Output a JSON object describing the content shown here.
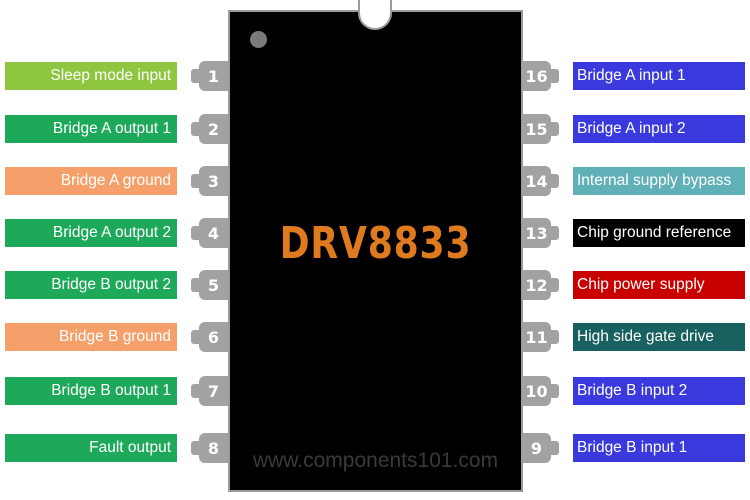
{
  "chip": {
    "name": "DRV8833",
    "watermark": "www.components101.com"
  },
  "colors": {
    "green_light": "#8ec63f",
    "green": "#1ea95a",
    "orange": "#f5a06a",
    "blue": "#3a39dd",
    "teal_light": "#60b0b7",
    "black": "#000000",
    "red": "#c80000",
    "teal_dark": "#196060"
  },
  "left_pins": [
    {
      "number": "1",
      "label": "Sleep mode input",
      "color": "#8ec63f"
    },
    {
      "number": "2",
      "label": "Bridge A output 1",
      "color": "#1ea95a"
    },
    {
      "number": "3",
      "label": "Bridge A ground",
      "color": "#f5a06a"
    },
    {
      "number": "4",
      "label": "Bridge A output 2",
      "color": "#1ea95a"
    },
    {
      "number": "5",
      "label": "Bridge B output 2",
      "color": "#1ea95a"
    },
    {
      "number": "6",
      "label": "Bridge B ground",
      "color": "#f5a06a"
    },
    {
      "number": "7",
      "label": "Bridge B output 1",
      "color": "#1ea95a"
    },
    {
      "number": "8",
      "label": "Fault output",
      "color": "#1ea95a"
    }
  ],
  "right_pins": [
    {
      "number": "16",
      "label": "Bridge A input 1",
      "color": "#3a39dd"
    },
    {
      "number": "15",
      "label": "Bridge A input 2",
      "color": "#3a39dd"
    },
    {
      "number": "14",
      "label": "Internal supply bypass",
      "color": "#60b0b7"
    },
    {
      "number": "13",
      "label": "Chip ground reference",
      "color": "#000000"
    },
    {
      "number": "12",
      "label": "Chip power supply",
      "color": "#c80000"
    },
    {
      "number": "11",
      "label": "High side gate drive",
      "color": "#196060"
    },
    {
      "number": "10",
      "label": "Bridge B input 2",
      "color": "#3a39dd"
    },
    {
      "number": "9",
      "label": "Bridge B input 1",
      "color": "#3a39dd"
    }
  ]
}
